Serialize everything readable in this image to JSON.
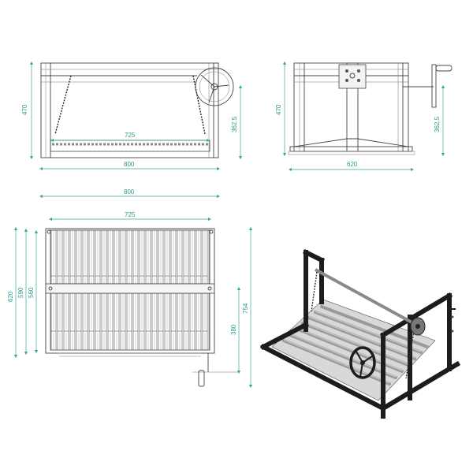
{
  "front_view": {
    "overall_width": "800",
    "grill_width": "725",
    "height": "470",
    "grill_height": "362.5"
  },
  "side_view": {
    "overall_depth": "620",
    "height": "470",
    "grill_height": "362.5"
  },
  "top_view": {
    "overall_width": "800",
    "grill_width": "725",
    "overall_depth": "620",
    "depth_590": "590",
    "depth_560": "560",
    "handle_depth": "754",
    "half_depth": "380"
  },
  "colors": {
    "dimension": "#2e9a8a",
    "line": "#444444",
    "frame_3d": "#1c1c1c",
    "grate_3d": "#a8a8a8"
  }
}
